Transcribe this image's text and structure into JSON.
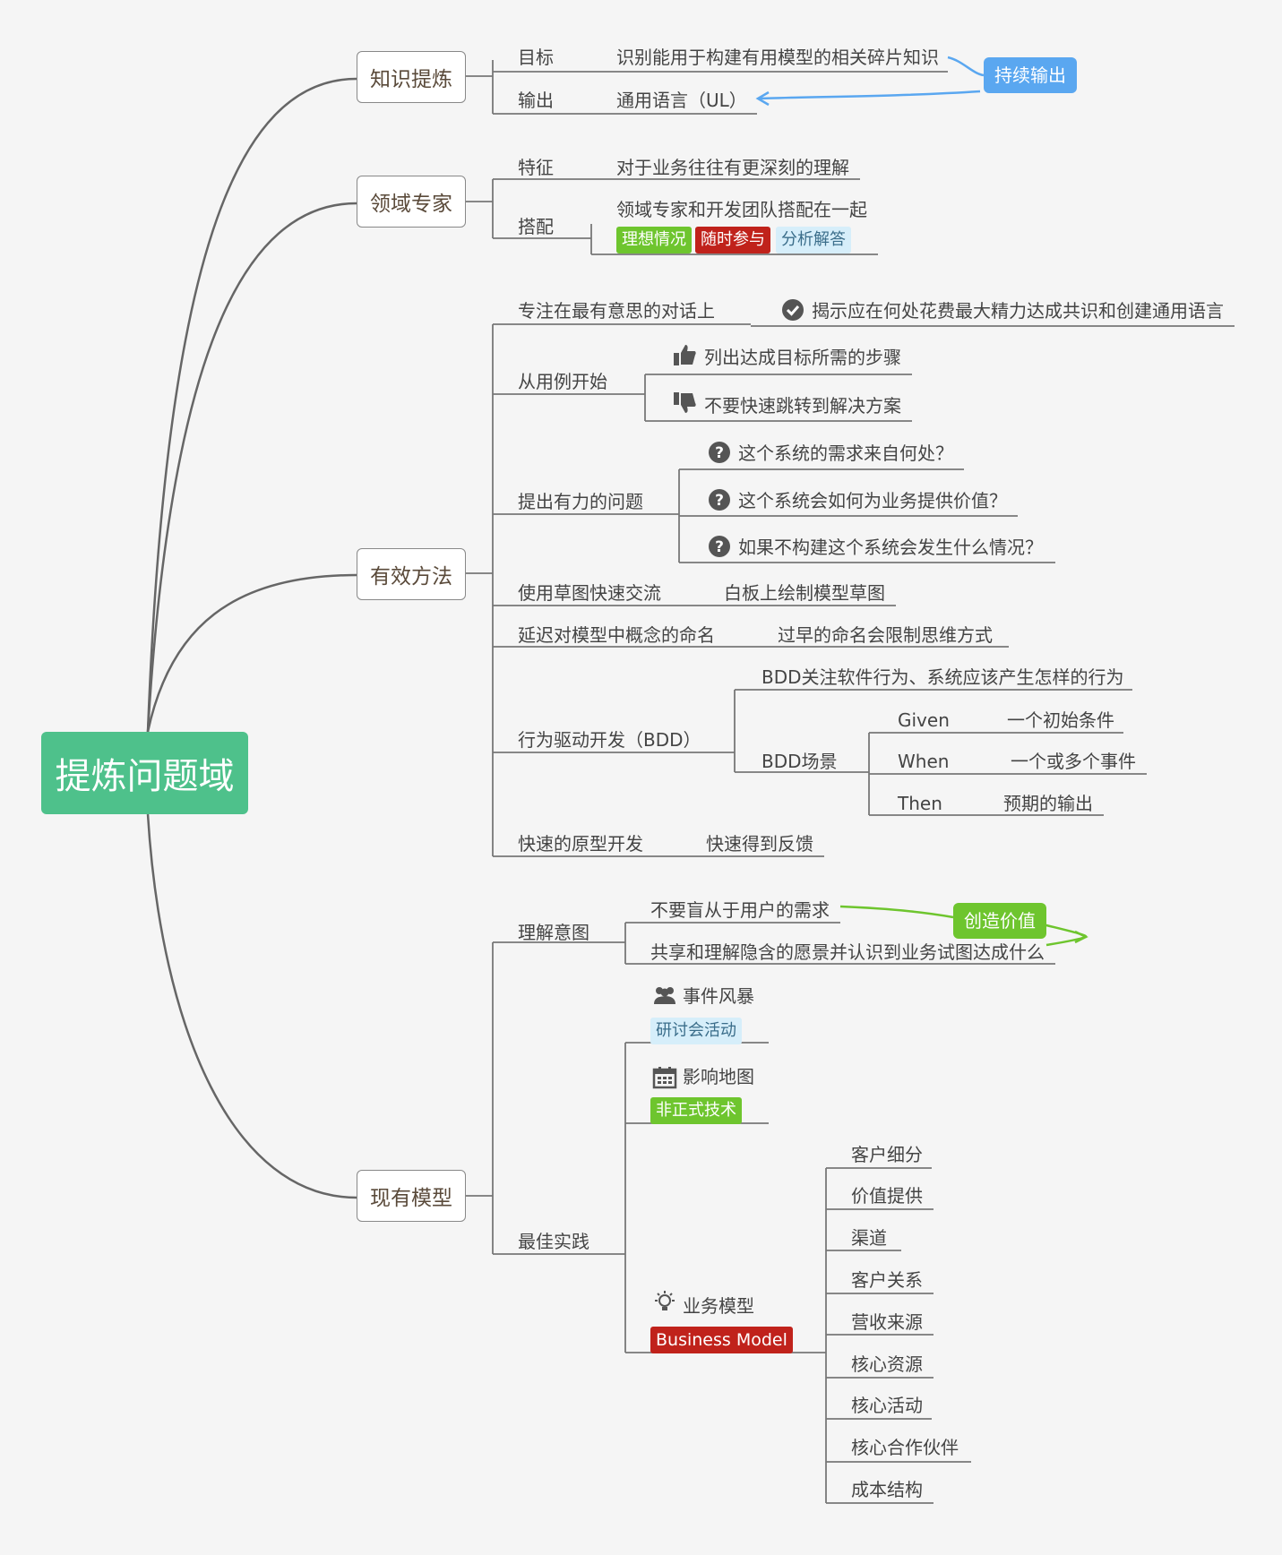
{
  "root": "提炼问题域",
  "branches": {
    "knowledge": {
      "title": "知识提炼",
      "goal_label": "目标",
      "goal_text": "识别能用于构建有用模型的相关碎片知识",
      "output_label": "输出",
      "output_text": "通用语言（UL）",
      "callout": "持续输出"
    },
    "expert": {
      "title": "领域专家",
      "feature_label": "特征",
      "feature_text": "对于业务往往有更深刻的理解",
      "pair_label": "搭配",
      "pair_text": "领域专家和开发团队搭配在一起",
      "tags": [
        "理想情况",
        "随时参与",
        "分析解答"
      ]
    },
    "methods": {
      "title": "有效方法",
      "focus_label": "专注在最有意思的对话上",
      "focus_text": "揭示应在何处花费最大精力达成共识和创建通用语言",
      "usecase_label": "从用例开始",
      "usecase_do": "列出达成目标所需的步骤",
      "usecase_dont": "不要快速跳转到解决方案",
      "question_label": "提出有力的问题",
      "questions": [
        "这个系统的需求来自何处？",
        "这个系统会如何为业务提供价值？",
        "如果不构建这个系统会发生什么情况？"
      ],
      "sketch_label": "使用草图快速交流",
      "sketch_text": "白板上绘制模型草图",
      "naming_label": "延迟对模型中概念的命名",
      "naming_text": "过早的命名会限制思维方式",
      "bdd_label": "行为驱动开发（BDD）",
      "bdd_focus": "BDD关注软件行为、系统应该产生怎样的行为",
      "bdd_scene": "BDD场景",
      "given": "Given",
      "given_text": "一个初始条件",
      "when": "When",
      "when_text": "一个或多个事件",
      "then": "Then",
      "then_text": "预期的输出",
      "proto_label": "快速的原型开发",
      "proto_text": "快速得到反馈"
    },
    "models": {
      "title": "现有模型",
      "intent_label": "理解意图",
      "intent_a": "不要盲从于用户的需求",
      "intent_b": "共享和理解隐含的愿景并认识到业务试图达成什么",
      "intent_callout": "创造价值",
      "best_label": "最佳实践",
      "event_storm": "事件风暴",
      "event_storm_tag": "研讨会活动",
      "impact_map": "影响地图",
      "impact_map_tag": "非正式技术",
      "biz_model": "业务模型",
      "biz_model_tag": "Business Model",
      "canvas": [
        "客户细分",
        "价值提供",
        "渠道",
        "客户关系",
        "营收来源",
        "核心资源",
        "核心活动",
        "核心合作伙伴",
        "成本结构"
      ]
    }
  },
  "colors": {
    "root": "#4ec18b",
    "blue_callout": "#5aa7f0",
    "green_callout": "#6ec52e",
    "red_tag": "#c0221b"
  }
}
